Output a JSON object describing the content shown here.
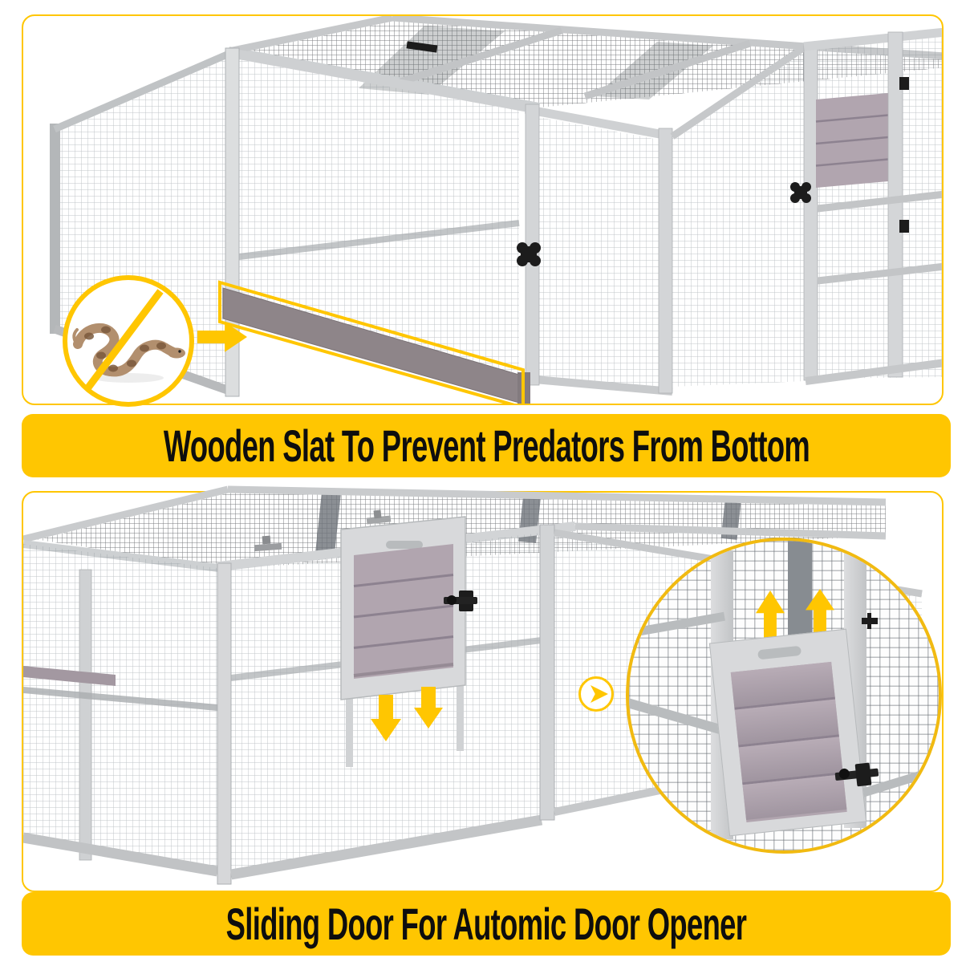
{
  "banners": {
    "top": "Wooden Slat To Prevent Predators From Bottom",
    "bottom": "Sliding Door For Automic Door Opener"
  },
  "colors": {
    "accent": "#FFC601",
    "circle_border": "#F1BA11",
    "text": "#0E0E0E",
    "slat": "#8E8589",
    "door_mauve": "#B1A5AF",
    "perch_mauve": "#A398A1",
    "hinge_black": "#1C1C1C",
    "snake_body": "#B28F6E",
    "snake_blotch": "#7B5A3D"
  },
  "icons": {
    "no_snake_badge": "circle-with-slash over snake photo",
    "arrow_right": "solid block arrow pointing right",
    "arrow_down": "solid block arrows pointing down",
    "arrow_up": "solid block arrows pointing up",
    "play_arrow": "circled play arrow between photo and detail circle",
    "zoom_circle": "magnified detail circle of sliding door",
    "door_hinge": "black cross-shaped door hinges",
    "door_latch": "black slide-bolt latch"
  }
}
